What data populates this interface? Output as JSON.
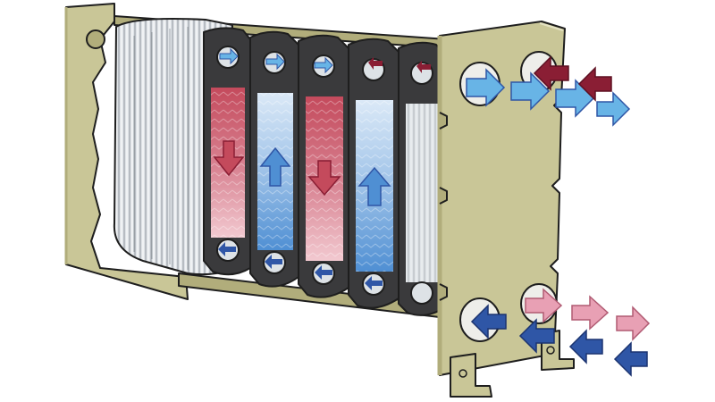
{
  "diagram": {
    "subject": "plate-heat-exchanger-cutaway",
    "colors": {
      "frame": "#c9c697",
      "frame_shadow": "#b1ad7b",
      "plate_metal": "#dde2e6",
      "plate_gasket": "#3a3a3c",
      "hot_fluid": "#c44a5c",
      "hot_fluid_light": "#f2c9d0",
      "cold_fluid": "#4f8fd3",
      "cold_fluid_light": "#dbe9f7",
      "arrow_hot_dark": "#8a1e34",
      "arrow_hot_light": "#e8a0b4",
      "arrow_cold_light": "#68b4e6",
      "arrow_cold_dark": "#2f56a6"
    },
    "plates": [
      {
        "channel": "hot",
        "flow": "down"
      },
      {
        "channel": "cold",
        "flow": "up"
      },
      {
        "channel": "hot",
        "flow": "down"
      },
      {
        "channel": "cold",
        "flow": "up"
      },
      {
        "channel": "neutral",
        "flow": "none"
      }
    ],
    "ports": [
      {
        "position": "top-left",
        "stream": "cold",
        "direction": "out"
      },
      {
        "position": "top-right",
        "stream": "hot",
        "direction": "in"
      },
      {
        "position": "bottom-left",
        "stream": "cold",
        "direction": "in"
      },
      {
        "position": "bottom-right",
        "stream": "hot",
        "direction": "out"
      }
    ],
    "icons": [
      "hot-inlet-arrow",
      "cold-outlet-arrow",
      "hot-outlet-arrow",
      "cold-inlet-arrow",
      "mounting-foot"
    ]
  }
}
